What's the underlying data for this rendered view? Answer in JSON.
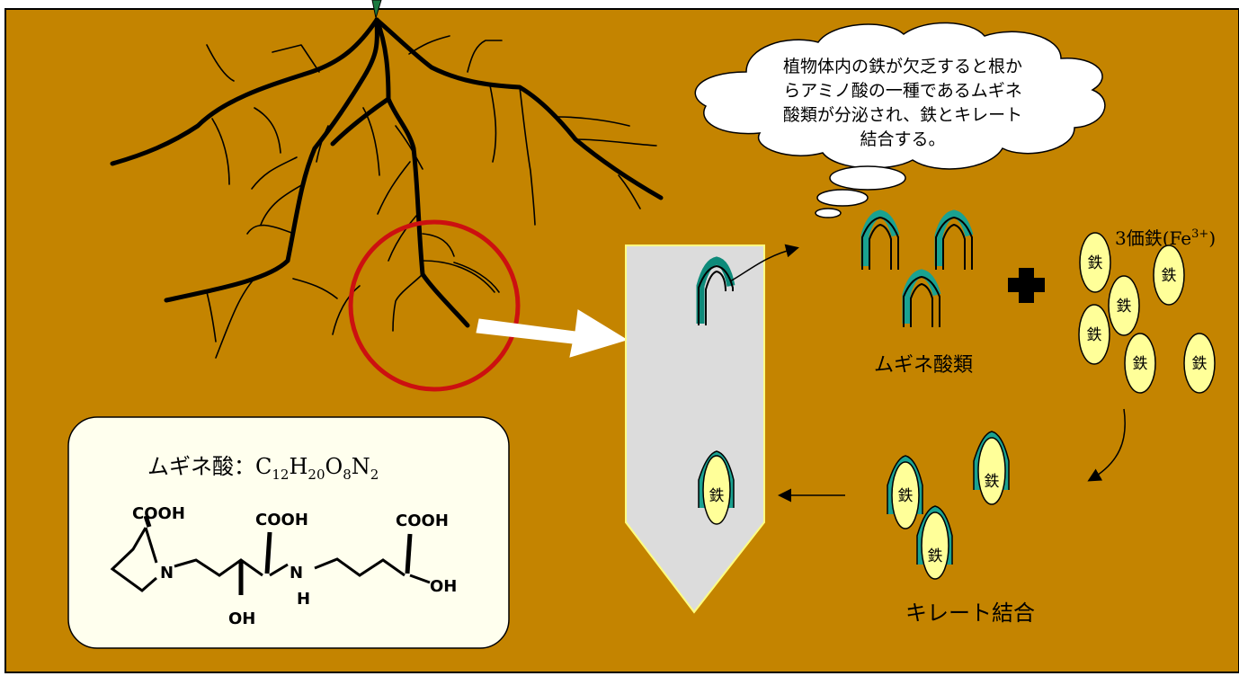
{
  "colors": {
    "soil": "#c48400",
    "teal": "#1aa291",
    "yellow": "#ffff99",
    "root": "#000000",
    "root_tip_fill": "#dcdcdc",
    "circle": "#cc1010",
    "box_bg": "#ffffee"
  },
  "bubble": {
    "lines": [
      "植物体内の鉄が欠乏すると根か",
      "らアミノ酸の一種であるムギネ",
      "酸類が分泌され、鉄とキレート",
      "結合する。"
    ]
  },
  "labels": {
    "iron3_prefix": "3価鉄(Fe",
    "iron3_sup": "3+",
    "iron3_suffix": ")",
    "iron_char": "鉄",
    "mugineic_acids": "ムギネ酸類",
    "chelate": "キレート結合"
  },
  "formula": {
    "name": "ムギネ酸：",
    "c": "C",
    "c_n": "12",
    "h": "H",
    "h_n": "20",
    "o": "O",
    "o_n": "8",
    "n": "N",
    "n_n": "2",
    "atoms": {
      "cooh1": "COOH",
      "cooh2": "COOH",
      "cooh3": "COOH",
      "n1": "N",
      "n2": "N",
      "h": "H",
      "oh1": "OH",
      "oh2": "OH"
    }
  },
  "icons": [
    "plus-icon",
    "arrow-icon",
    "cloud-icon"
  ]
}
